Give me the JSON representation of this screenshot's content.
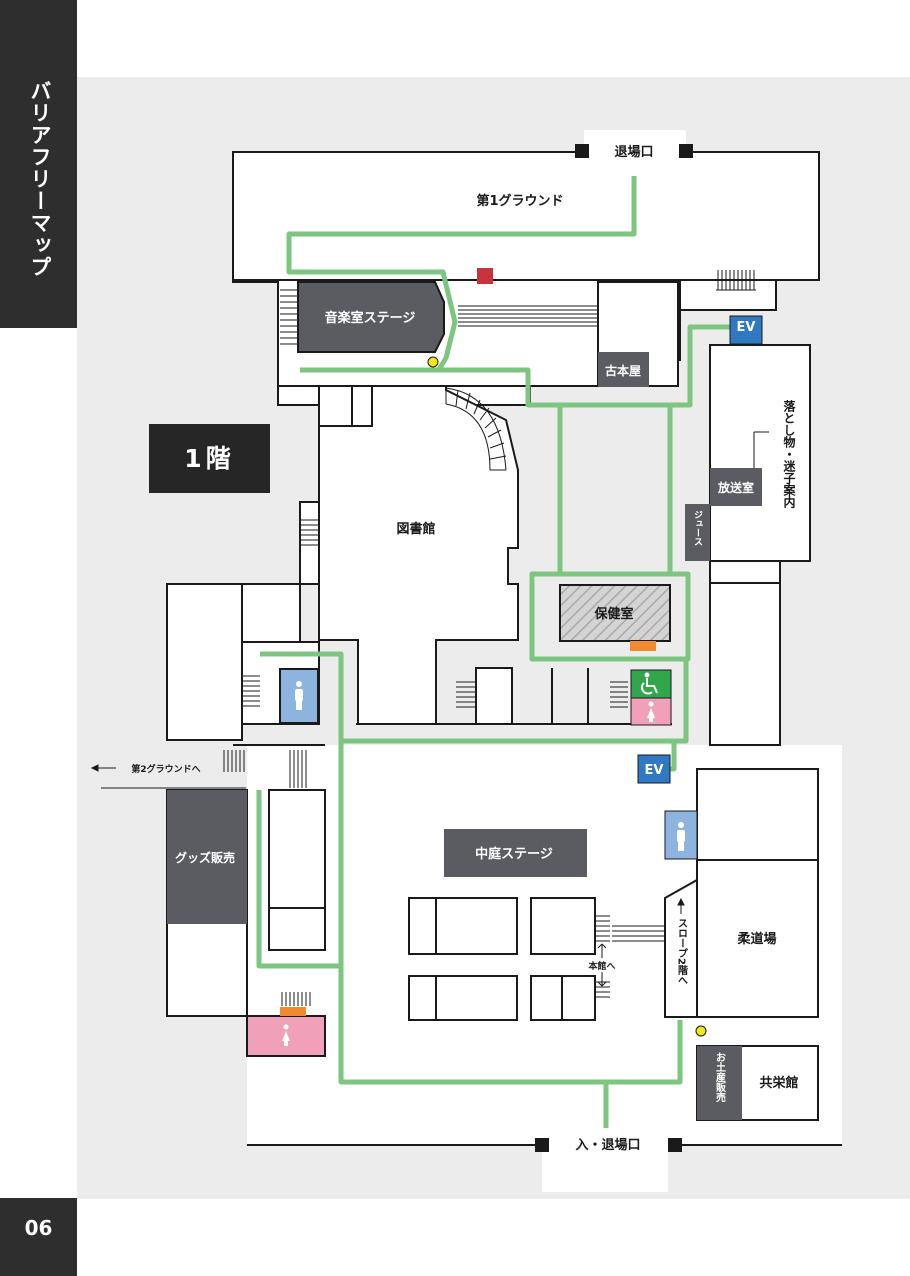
{
  "sidebar": {
    "title": "バリアフリーマップ",
    "page_number": "06"
  },
  "floor": {
    "label": "1階"
  },
  "exits": {
    "top": "退場口",
    "bottom": "入・退場口"
  },
  "rooms": {
    "ground1": "第1グラウンド",
    "music_stage": "音楽室ステージ",
    "old_bookstore": "古本屋",
    "library": "図書館",
    "infirmary": "保健室",
    "broadcast": "放送室",
    "lost_found": "落とし物・迷子案内",
    "juice": "ジュース",
    "goods": "グッズ販売",
    "courtyard_stage": "中庭ステージ",
    "judo": "柔道場",
    "souvenir": "お土産販売",
    "kyoei": "共栄館"
  },
  "signs": {
    "ground2": "第2グラウンドへ",
    "main_building": "本館へ",
    "slope": "スロープ2階へ"
  },
  "elevators": {
    "label": "EV"
  },
  "colors": {
    "route": "#7cc67f",
    "room_dark": "#5a5c61",
    "ev_blue": "#2f79c2",
    "toilet_male": "#8db3df",
    "toilet_female": "#f0a1b9",
    "accessible": "#31a64b",
    "marker_orange": "#ef8a2f",
    "marker_red": "#c8333b",
    "marker_yellow": "#f3e61d"
  }
}
